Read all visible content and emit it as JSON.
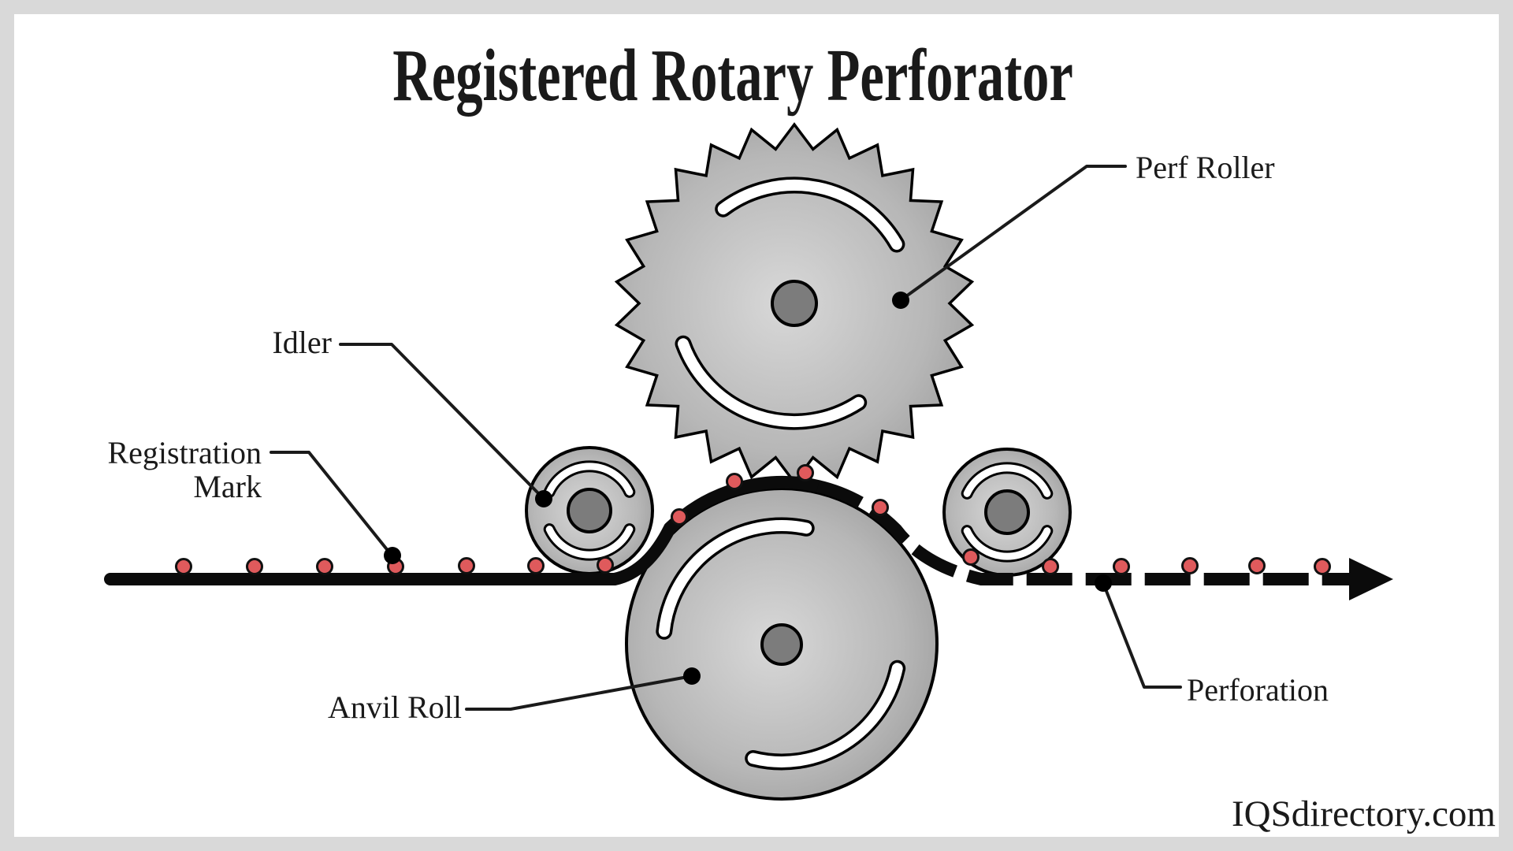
{
  "title": "Registered Rotary Perforator",
  "watermark": "IQSdirectory.com",
  "labels": {
    "perf_roller": "Perf Roller",
    "idler": "Idler",
    "registration_mark_line1": "Registration",
    "registration_mark_line2": "Mark",
    "anvil_roll": "Anvil Roll",
    "perforation": "Perforation"
  },
  "colors": {
    "frame": "#d9d9d9",
    "canvas": "#ffffff",
    "ink": "#1a1a1a",
    "web": "#0b0b0b",
    "registration_mark": "#df5a5c",
    "roller_light": "#d8d8d8",
    "roller_mid": "#b7b7b7",
    "roller_dark": "#8a8a8a",
    "hub": "#7c7c7c"
  }
}
